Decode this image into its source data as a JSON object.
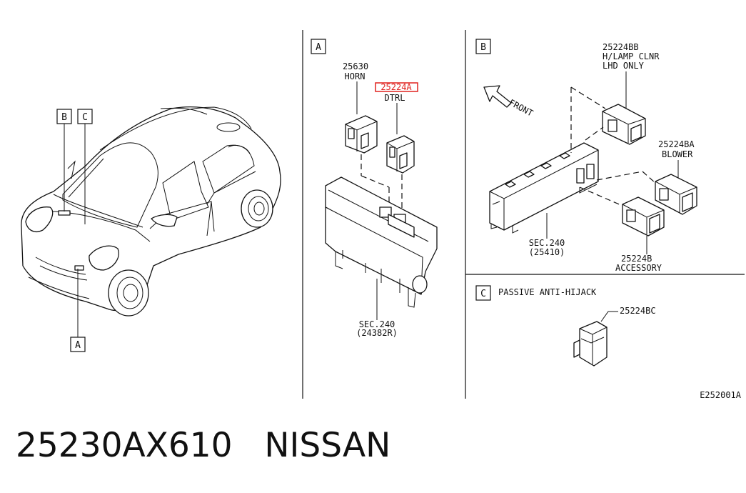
{
  "sections": {
    "A": "A",
    "B": "B",
    "C": "C"
  },
  "car_callouts": [
    "B",
    "C",
    "A"
  ],
  "section_a": {
    "horn_number": "25630",
    "horn_name": "HORN",
    "dtrl_number": "25224A",
    "dtrl_name": "DTRL",
    "box_ref": "SEC.240",
    "box_part": "(24382R)"
  },
  "section_b": {
    "hlamp_number": "25224BB",
    "hlamp_name": "H/LAMP CLNR",
    "hlamp_note": "LHD ONLY",
    "front_label": "FRONT",
    "blower_number": "25224BA",
    "blower_name": "BLOWER",
    "box_ref": "SEC.240",
    "box_part": "(25410)",
    "accessory_number": "25224B",
    "accessory_name": "ACCESSORY"
  },
  "section_c": {
    "title": "PASSIVE ANTI-HIJACK",
    "part_number": "25224BC"
  },
  "diagram_code": "E252001A",
  "highlight_color": "#e0221f",
  "part_title": "25230AX610   NISSAN"
}
